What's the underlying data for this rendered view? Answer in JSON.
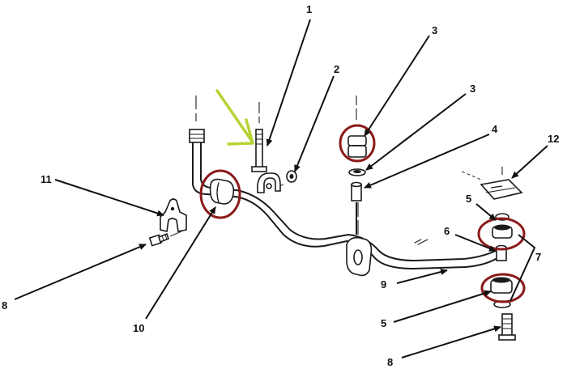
{
  "diagram": {
    "callouts": {
      "c1": "1",
      "c2": "2",
      "c3a": "3",
      "c3b": "3",
      "c4": "4",
      "c5a": "5",
      "c5b": "5",
      "c6": "6",
      "c7": "7",
      "c8a": "8",
      "c8b": "8",
      "c9": "9",
      "c10": "10",
      "c11": "11",
      "c12": "12"
    },
    "colors": {
      "highlight_circle": "#8b1a1a",
      "arrow": "#b5d334",
      "line_art": "#1a1a1a"
    },
    "icons": [
      "stabilizer-bar",
      "bracket",
      "bolt",
      "nut",
      "bushing",
      "washer",
      "spacer",
      "link-bolt",
      "retainer",
      "pointer-arrow"
    ]
  }
}
